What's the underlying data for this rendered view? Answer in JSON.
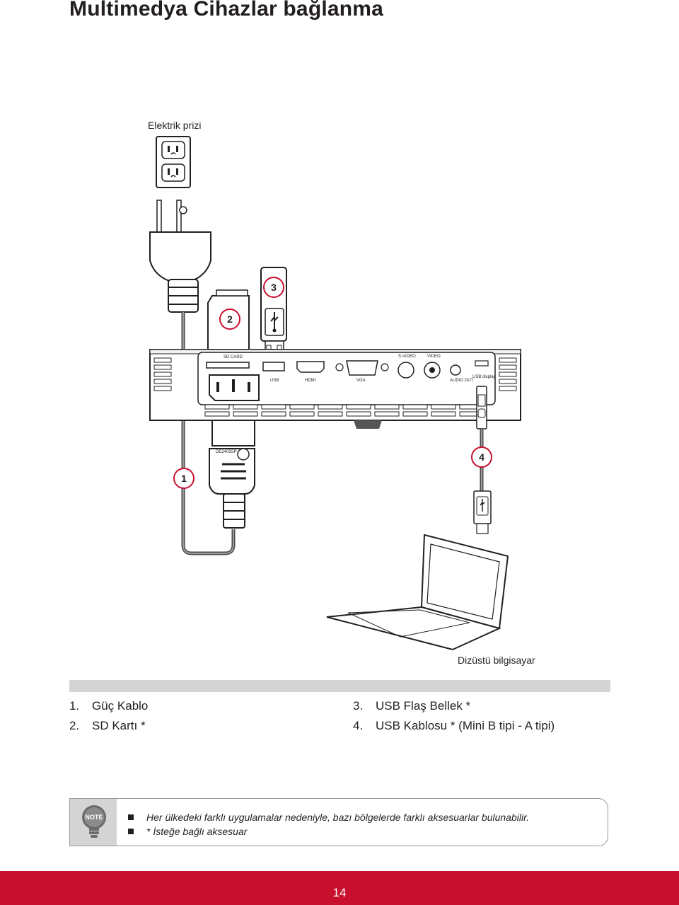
{
  "page": {
    "title": "Multimedya Cihazlar bağlanma",
    "page_number": "14"
  },
  "diagram": {
    "wall_outlet_label": "Elektrik prizi",
    "laptop_label": "Dizüstü bilgisayar",
    "callouts": [
      "1",
      "2",
      "3",
      "4"
    ],
    "port_labels": {
      "sd_card": "SD CARD",
      "s_video": "S-VIDEO",
      "video": "VIDEO",
      "usb_display": "USB display",
      "usb": "USB",
      "hdmi": "HDMI",
      "vga": "VGA",
      "audio_out": "AUDIO OUT"
    },
    "plug_marking": "DE2405SP"
  },
  "legend": [
    {
      "num": "1.",
      "label": "Güç Kablo"
    },
    {
      "num": "2.",
      "label": "SD Kartı *"
    },
    {
      "num": "3.",
      "label": "USB Flaş Bellek *"
    },
    {
      "num": "4.",
      "label": "USB Kablosu * (Mini B tipi - A tipi)"
    }
  ],
  "note": {
    "icon_text": "NOTE",
    "items": [
      "Her ülkedeki farklı uygulamalar nedeniyle, bazı bölgelerde farklı aksesuarlar bulunabilir.",
      "* İsteğe bağlı aksesuar"
    ]
  },
  "colors": {
    "footer": "#c8102e",
    "legend_bar": "#d4d4d4",
    "text": "#231f20"
  }
}
